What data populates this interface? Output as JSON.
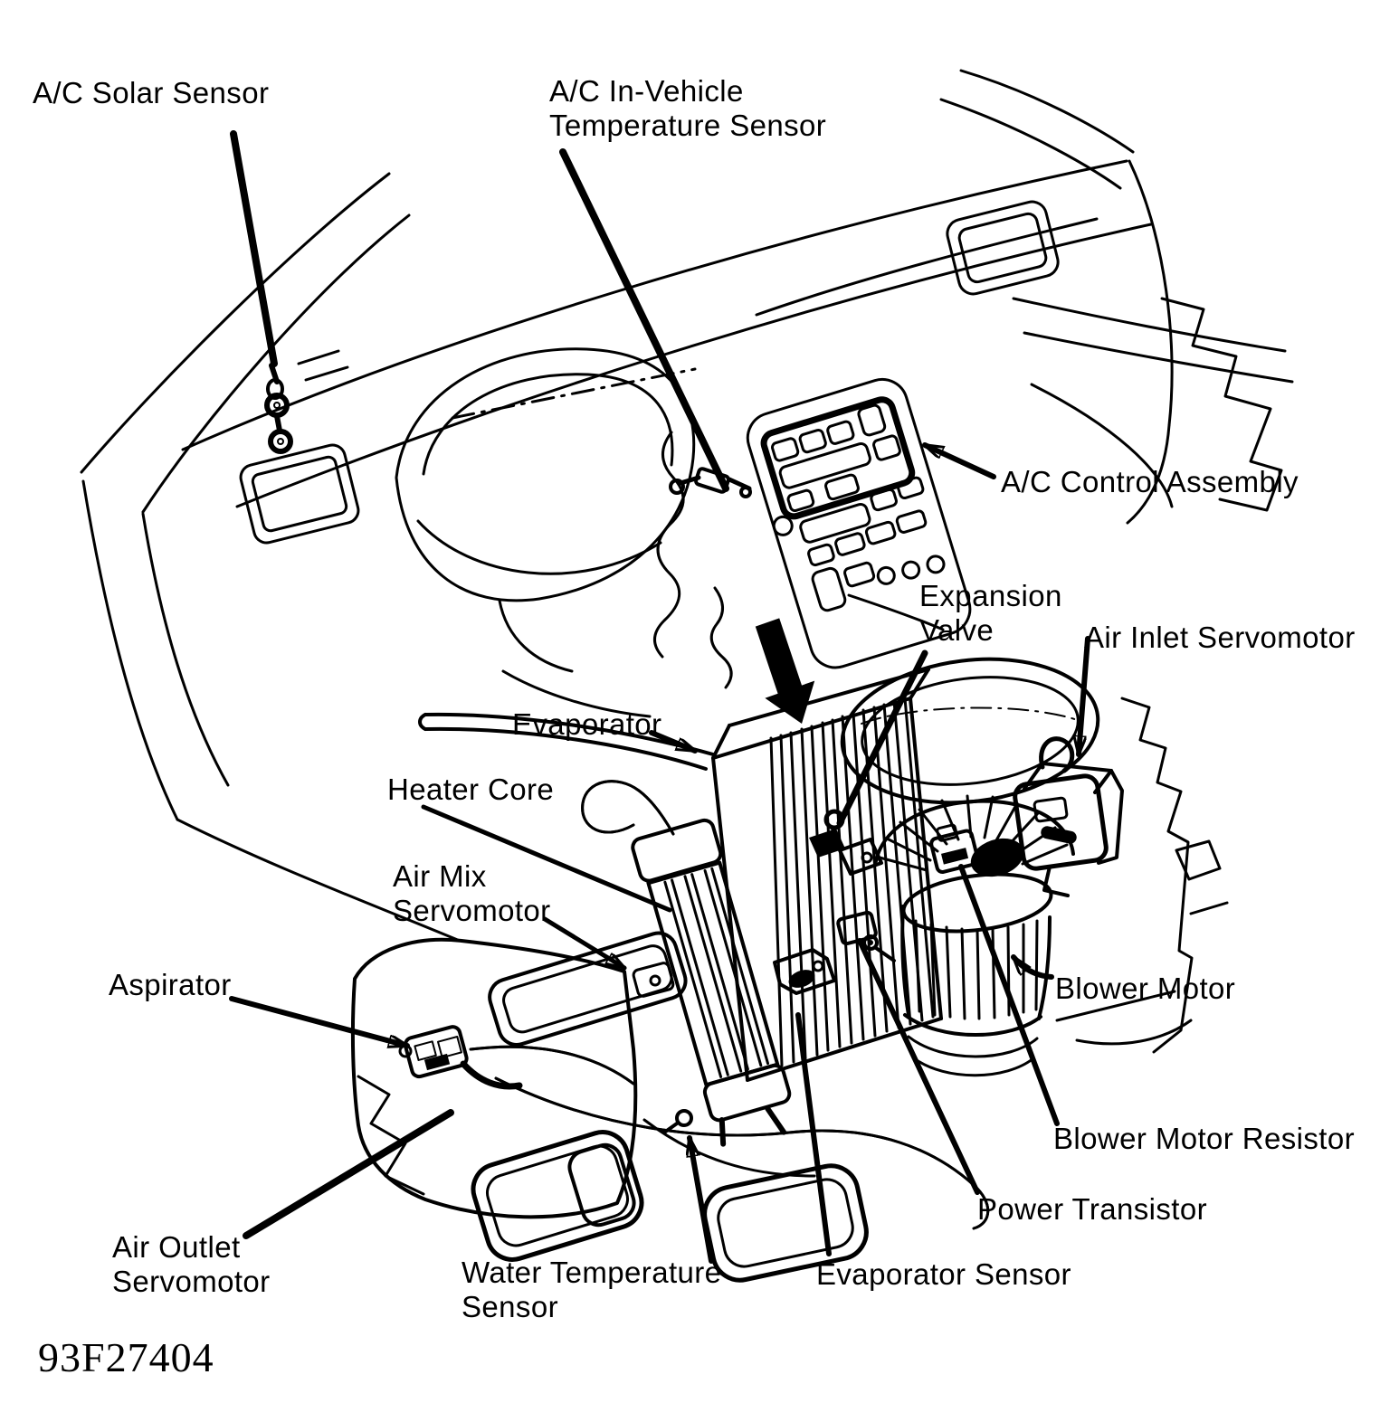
{
  "figure_code": "93F27404",
  "callouts": {
    "solar_sensor": "A/C Solar Sensor",
    "in_vehicle_temp_sensor": "A/C In-Vehicle\nTemperature Sensor",
    "control_assembly": "A/C Control Assembly",
    "expansion_valve": "Expansion\nValve",
    "air_inlet_servomotor": "Air Inlet Servomotor",
    "evaporator": "Evaporator",
    "heater_core": "Heater Core",
    "air_mix_servomotor": "Air Mix\nServomotor",
    "aspirator": "Aspirator",
    "blower_motor": "Blower Motor",
    "blower_motor_resistor": "Blower Motor Resistor",
    "power_transistor": "Power Transistor",
    "evaporator_sensor": "Evaporator Sensor",
    "water_temp_sensor": "Water Temperature\nSensor",
    "air_outlet_servomotor": "Air Outlet\nServomotor"
  }
}
